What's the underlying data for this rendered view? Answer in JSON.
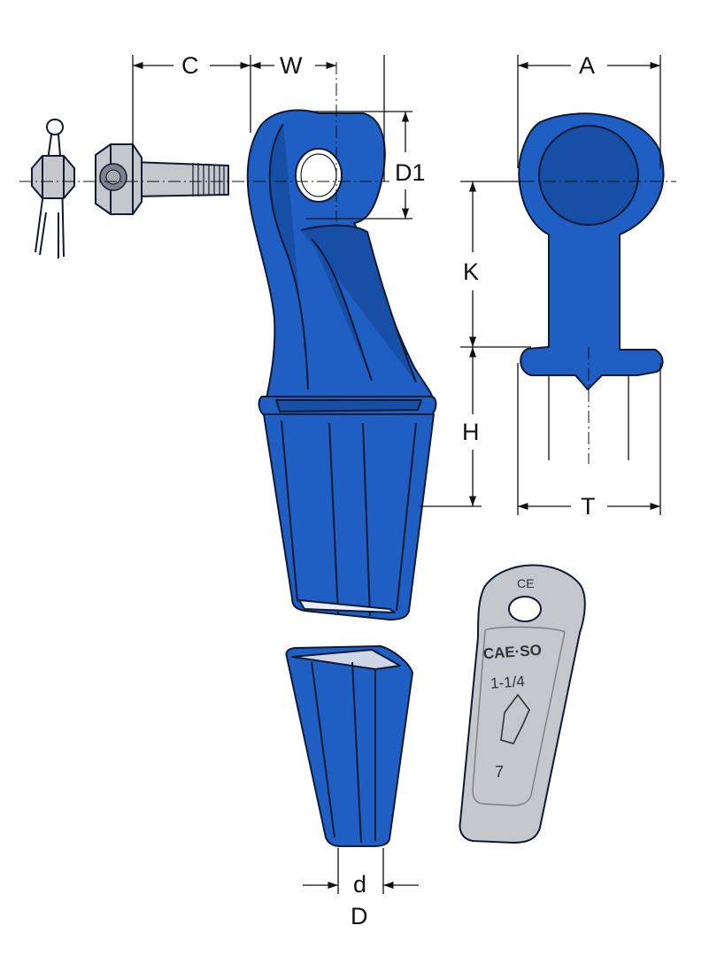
{
  "colors": {
    "part_blue": "#1f5fc4",
    "part_blue_dark": "#174ea6",
    "steel": "#c4c7cc",
    "steel_dark": "#9ea3aa"
  },
  "dimension_labels": {
    "C": "C",
    "W": "W",
    "A": "A",
    "D1": "D1",
    "K": "K",
    "H": "H",
    "T": "T",
    "d": "d",
    "D": "D"
  },
  "tag_plate": {
    "ce_mark": "CE",
    "brand": "CAE·SO",
    "size": "1-1/4",
    "number": "7"
  }
}
